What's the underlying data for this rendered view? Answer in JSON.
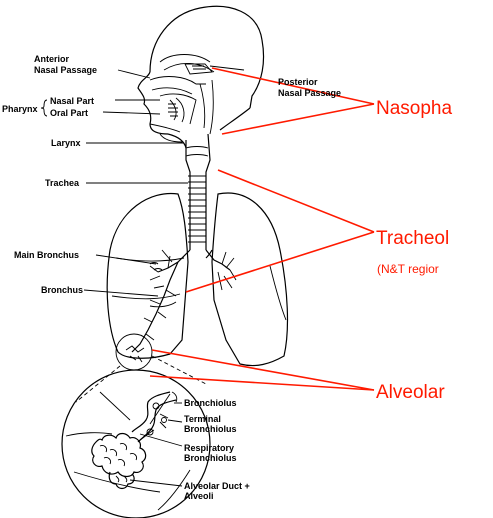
{
  "anatomy_labels": {
    "anterior_line1": "Anterior",
    "anterior_line2": "Nasal Passage",
    "posterior_line1": "Posterior",
    "posterior_line2": "Nasal Passage",
    "pharynx": "Pharynx",
    "nasal_part": "Nasal Part",
    "oral_part": "Oral Part",
    "larynx": "Larynx",
    "trachea": "Trachea",
    "main_bronchus": "Main Bronchus",
    "bronchus": "Bronchus"
  },
  "inset_labels": {
    "bronchiolus": "Bronchiolus",
    "terminal_line1": "Terminal",
    "terminal_line2": "Bronchiolus",
    "respiratory_line1": "Respiratory",
    "respiratory_line2": "Bronchiolus",
    "alveolar_duct_line1": "Alveolar Duct +",
    "alveolar_duct_line2": "Alveoli"
  },
  "region_labels": {
    "nasopharyngeal": "Nasopha",
    "tracheobronchial": "Tracheol",
    "nt_region": "(N&T regior",
    "alveolar": "Alveolar"
  },
  "colors": {
    "annotation_red": "#ff1a00",
    "line_black": "#000000"
  }
}
